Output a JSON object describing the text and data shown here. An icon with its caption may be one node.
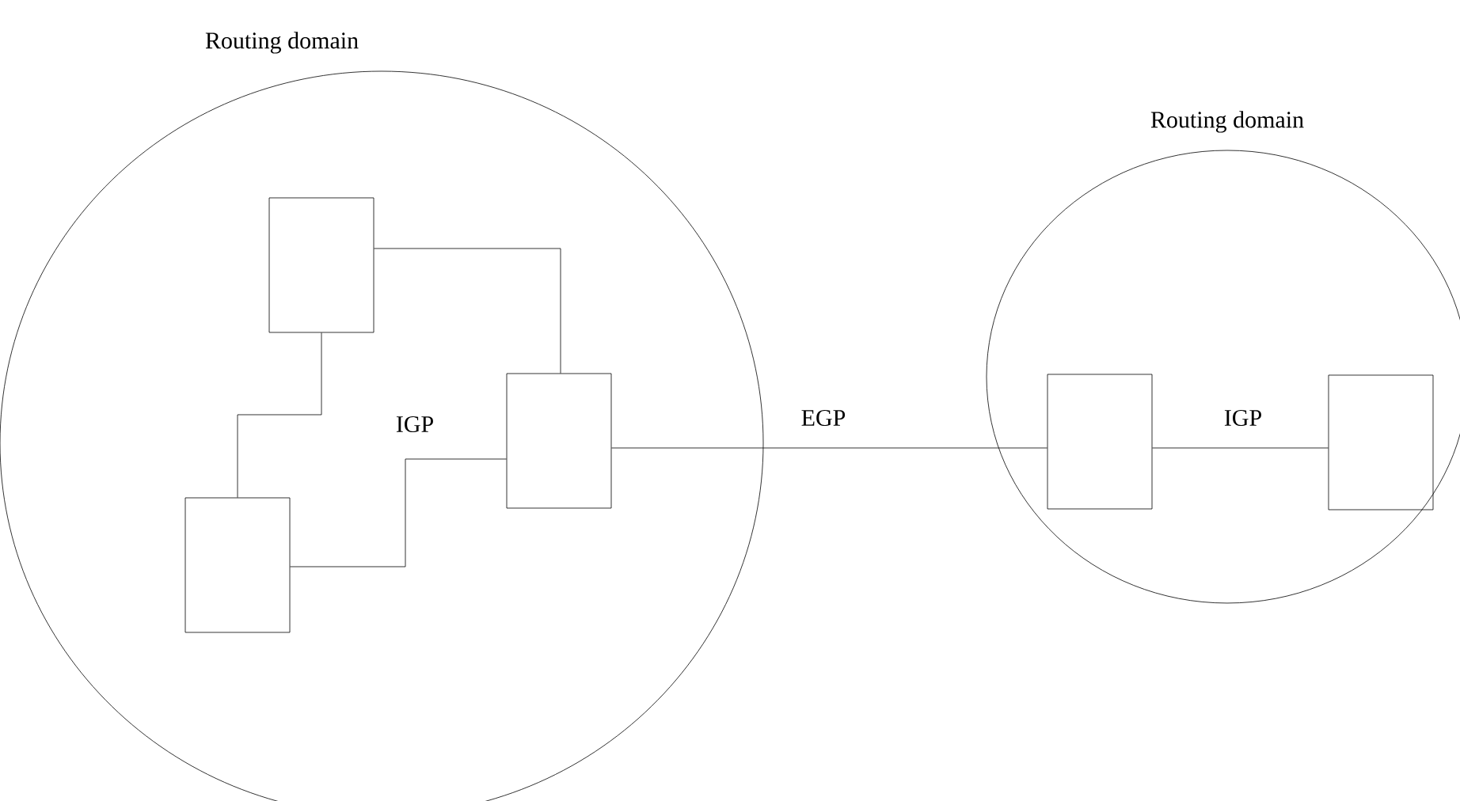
{
  "diagram": {
    "nodes": [
      {
        "text": [
          "Routing domain"
        ]
      },
      {
        "text": [],
        "shape": "box",
        "in": 0
      },
      {
        "text": [],
        "shape": "box",
        "in": 0
      },
      {
        "text": [],
        "shape": "box",
        "in": 0
      },
      {
        "text": [
          "Routing domain"
        ]
      },
      {
        "text": [],
        "shape": "box",
        "in": 4
      },
      {
        "text": [],
        "shape": "box",
        "in": 4
      }
    ],
    "edges": [
      {
        "from": 1,
        "to": 2,
        "arrow": "none"
      },
      {
        "from": 1,
        "to": 3,
        "arrow": "none"
      },
      {
        "from": 3,
        "to": 2,
        "arrow": "none"
      },
      {
        "from": 2,
        "to": 5,
        "arrow": "none",
        "label": "EGP"
      },
      {
        "from": 5,
        "to": 6,
        "arrow": "none",
        "label": "IGP"
      }
    ],
    "labels": [
      "IGP"
    ]
  }
}
